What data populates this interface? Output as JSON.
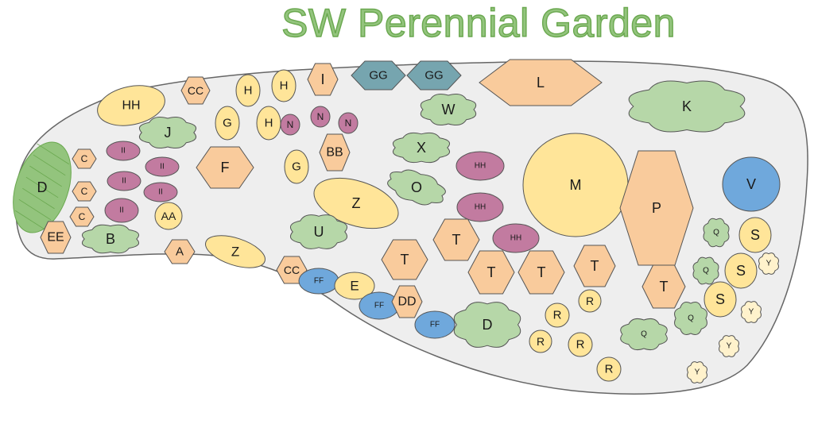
{
  "title": "SW Perennial Garden",
  "colors": {
    "bed_fill": "#eeeeee",
    "bed_stroke": "#666666",
    "yellow": "#ffe599",
    "peach": "#f9cb9c",
    "green": "#b6d7a8",
    "dark_green": "#93c47d",
    "purple": "#c27ba0",
    "blue": "#6fa8dc",
    "teal": "#76a5af",
    "cream": "#fff2cc",
    "title": "#93c47d"
  },
  "plants": [
    {
      "label": "HH",
      "shape": "ellipse",
      "color": "yellow"
    },
    {
      "label": "CC",
      "shape": "hex",
      "color": "peach"
    },
    {
      "label": "H",
      "shape": "ellipse",
      "color": "yellow"
    },
    {
      "label": "H",
      "shape": "ellipse",
      "color": "yellow"
    },
    {
      "label": "I",
      "shape": "hex",
      "color": "peach"
    },
    {
      "label": "GG",
      "shape": "hex",
      "color": "teal"
    },
    {
      "label": "GG",
      "shape": "hex",
      "color": "teal"
    },
    {
      "label": "L",
      "shape": "hex",
      "color": "peach"
    },
    {
      "label": "K",
      "shape": "cloud",
      "color": "green"
    },
    {
      "label": "J",
      "shape": "cloud",
      "color": "green"
    },
    {
      "label": "G",
      "shape": "ellipse",
      "color": "yellow"
    },
    {
      "label": "H",
      "shape": "ellipse",
      "color": "yellow"
    },
    {
      "label": "N",
      "shape": "circle",
      "color": "purple"
    },
    {
      "label": "N",
      "shape": "circle",
      "color": "purple"
    },
    {
      "label": "N",
      "shape": "circle",
      "color": "purple"
    },
    {
      "label": "W",
      "shape": "cloud",
      "color": "green"
    },
    {
      "label": "D",
      "shape": "leaf",
      "color": "dark_green"
    },
    {
      "label": "C",
      "shape": "hex",
      "color": "peach"
    },
    {
      "label": "II",
      "shape": "ellipse",
      "color": "purple"
    },
    {
      "label": "II",
      "shape": "ellipse",
      "color": "purple"
    },
    {
      "label": "F",
      "shape": "hex",
      "color": "peach"
    },
    {
      "label": "BB",
      "shape": "hex",
      "color": "peach"
    },
    {
      "label": "X",
      "shape": "cloud",
      "color": "green"
    },
    {
      "label": "G",
      "shape": "ellipse",
      "color": "yellow"
    },
    {
      "label": "HH",
      "shape": "ellipse",
      "color": "purple"
    },
    {
      "label": "M",
      "shape": "ellipse",
      "color": "yellow"
    },
    {
      "label": "P",
      "shape": "hex",
      "color": "peach"
    },
    {
      "label": "V",
      "shape": "circle",
      "color": "blue"
    },
    {
      "label": "C",
      "shape": "hex",
      "color": "peach"
    },
    {
      "label": "II",
      "shape": "ellipse",
      "color": "purple"
    },
    {
      "label": "II",
      "shape": "ellipse",
      "color": "purple"
    },
    {
      "label": "O",
      "shape": "cloud",
      "color": "green"
    },
    {
      "label": "Z",
      "shape": "ellipse",
      "color": "yellow"
    },
    {
      "label": "HH",
      "shape": "ellipse",
      "color": "purple"
    },
    {
      "label": "C",
      "shape": "hex",
      "color": "peach"
    },
    {
      "label": "II",
      "shape": "ellipse",
      "color": "purple"
    },
    {
      "label": "AA",
      "shape": "circle",
      "color": "yellow"
    },
    {
      "label": "EE",
      "shape": "hex",
      "color": "peach"
    },
    {
      "label": "B",
      "shape": "cloud",
      "color": "green"
    },
    {
      "label": "U",
      "shape": "cloud",
      "color": "green"
    },
    {
      "label": "T",
      "shape": "hex",
      "color": "peach"
    },
    {
      "label": "HH",
      "shape": "ellipse",
      "color": "purple"
    },
    {
      "label": "Q",
      "shape": "cloud",
      "color": "green"
    },
    {
      "label": "S",
      "shape": "circle",
      "color": "yellow"
    },
    {
      "label": "A",
      "shape": "hex",
      "color": "peach"
    },
    {
      "label": "Z",
      "shape": "ellipse",
      "color": "yellow"
    },
    {
      "label": "T",
      "shape": "hex",
      "color": "peach"
    },
    {
      "label": "T",
      "shape": "hex",
      "color": "peach"
    },
    {
      "label": "T",
      "shape": "hex",
      "color": "peach"
    },
    {
      "label": "T",
      "shape": "hex",
      "color": "peach"
    },
    {
      "label": "Q",
      "shape": "cloud",
      "color": "green"
    },
    {
      "label": "S",
      "shape": "circle",
      "color": "yellow"
    },
    {
      "label": "Y",
      "shape": "cloud",
      "color": "cream"
    },
    {
      "label": "CC",
      "shape": "hex",
      "color": "peach"
    },
    {
      "label": "FF",
      "shape": "ellipse",
      "color": "blue"
    },
    {
      "label": "E",
      "shape": "ellipse",
      "color": "yellow"
    },
    {
      "label": "T",
      "shape": "hex",
      "color": "peach"
    },
    {
      "label": "FF",
      "shape": "ellipse",
      "color": "blue"
    },
    {
      "label": "DD",
      "shape": "hex",
      "color": "peach"
    },
    {
      "label": "R",
      "shape": "circle",
      "color": "yellow"
    },
    {
      "label": "S",
      "shape": "circle",
      "color": "yellow"
    },
    {
      "label": "Y",
      "shape": "cloud",
      "color": "cream"
    },
    {
      "label": "R",
      "shape": "circle",
      "color": "yellow"
    },
    {
      "label": "D",
      "shape": "cloud",
      "color": "green"
    },
    {
      "label": "FF",
      "shape": "ellipse",
      "color": "blue"
    },
    {
      "label": "Q",
      "shape": "cloud",
      "color": "green"
    },
    {
      "label": "Q",
      "shape": "cloud",
      "color": "green"
    },
    {
      "label": "R",
      "shape": "circle",
      "color": "yellow"
    },
    {
      "label": "R",
      "shape": "circle",
      "color": "yellow"
    },
    {
      "label": "Y",
      "shape": "cloud",
      "color": "cream"
    },
    {
      "label": "R",
      "shape": "circle",
      "color": "yellow"
    },
    {
      "label": "Y",
      "shape": "cloud",
      "color": "cream"
    }
  ]
}
